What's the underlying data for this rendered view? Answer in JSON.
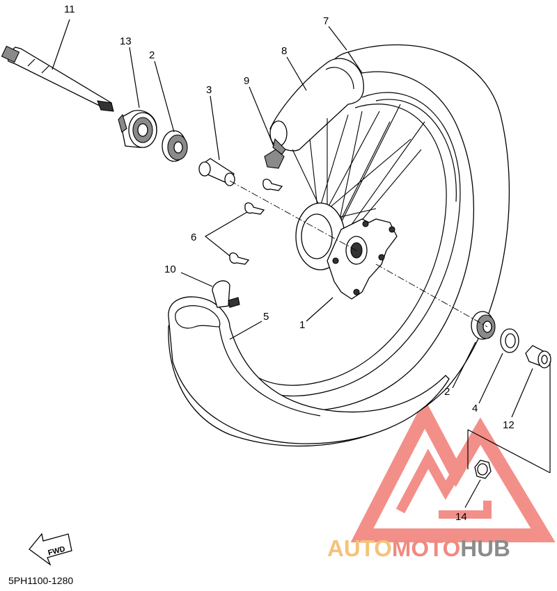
{
  "diagram": {
    "callouts": [
      {
        "id": "11",
        "label": "11"
      },
      {
        "id": "13",
        "label": "13"
      },
      {
        "id": "2a",
        "label": "2"
      },
      {
        "id": "3",
        "label": "3"
      },
      {
        "id": "9",
        "label": "9"
      },
      {
        "id": "8",
        "label": "8"
      },
      {
        "id": "7",
        "label": "7"
      },
      {
        "id": "6",
        "label": "6"
      },
      {
        "id": "10",
        "label": "10"
      },
      {
        "id": "5",
        "label": "5"
      },
      {
        "id": "1",
        "label": "1"
      },
      {
        "id": "2b",
        "label": "2"
      },
      {
        "id": "4",
        "label": "4"
      },
      {
        "id": "12",
        "label": "12"
      },
      {
        "id": "14",
        "label": "14"
      }
    ],
    "fwd_label": "FWD",
    "diagram_code": "5PH1100-1280"
  },
  "watermark": {
    "part1": "AUTO",
    "part2": "MOTO",
    "part3": "HUB",
    "colors": {
      "auto": "#f5c27a",
      "moto": "#f08a80",
      "hub": "#8c8c8c",
      "logo": "#f27c75"
    }
  }
}
